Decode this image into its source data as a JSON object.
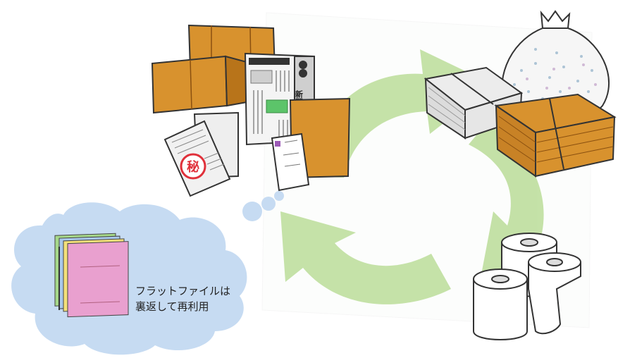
{
  "illustration": {
    "newspaper_masthead": "新聞",
    "stamp_text": "秘"
  },
  "caption": {
    "line1": "フラットファイルは",
    "line2": "裏返して再利用"
  },
  "colors": {
    "arrow_green": "#bfdf9e",
    "cloud_blue": "#c6dbf2",
    "cardboard": "#d8922e",
    "cardboard_dark": "#b8741a",
    "stamp_red": "#e0303a",
    "highlight_green": "#5cc46a",
    "file_pink": "#e9a0cf",
    "file_yellow": "#f3e07a",
    "file_green": "#a6d88a",
    "file_blue": "#a9c8ea"
  },
  "icons": [
    "recycle-arrows-icon",
    "thought-cloud-icon",
    "garbage-bag-icon",
    "toilet-paper-icon"
  ]
}
